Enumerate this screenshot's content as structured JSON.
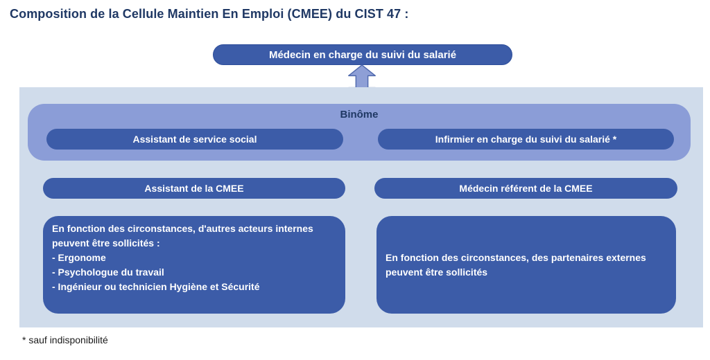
{
  "title": "Composition de la Cellule Maintien En Emploi (CMEE) du CIST 47 :",
  "top_node": {
    "label": "Médecin en charge du suivi du salarié"
  },
  "connector": {
    "icon": "double-vertical-arrow"
  },
  "binome": {
    "label": "Binôme",
    "members": [
      "Assistant de service social",
      "Infirmier en charge du suivi du salarié *"
    ]
  },
  "roles": {
    "assistant_cmee": "Assistant de la CMEE",
    "medecin_referent": "Médecin référent de la CMEE"
  },
  "notes": {
    "internal": "En fonction des circonstances, d'autres acteurs internes\npeuvent être sollicités :\n- Ergonome\n- Psychologue du travail\n- Ingénieur ou technicien Hygiène et Sécurité",
    "external": "En fonction des circonstances, des partenaires externes\npeuvent être sollicités"
  },
  "footnote": "* sauf indisponibilité",
  "colors": {
    "title_text": "#1F3864",
    "dark_node": "#3C5CA8",
    "binome_fill": "#8B9DD7",
    "container_fill": "#D0DCEB",
    "arrow_fill": "#8E9FD6",
    "arrow_border": "#4F69AD",
    "node_text": "#FFFFFF"
  }
}
